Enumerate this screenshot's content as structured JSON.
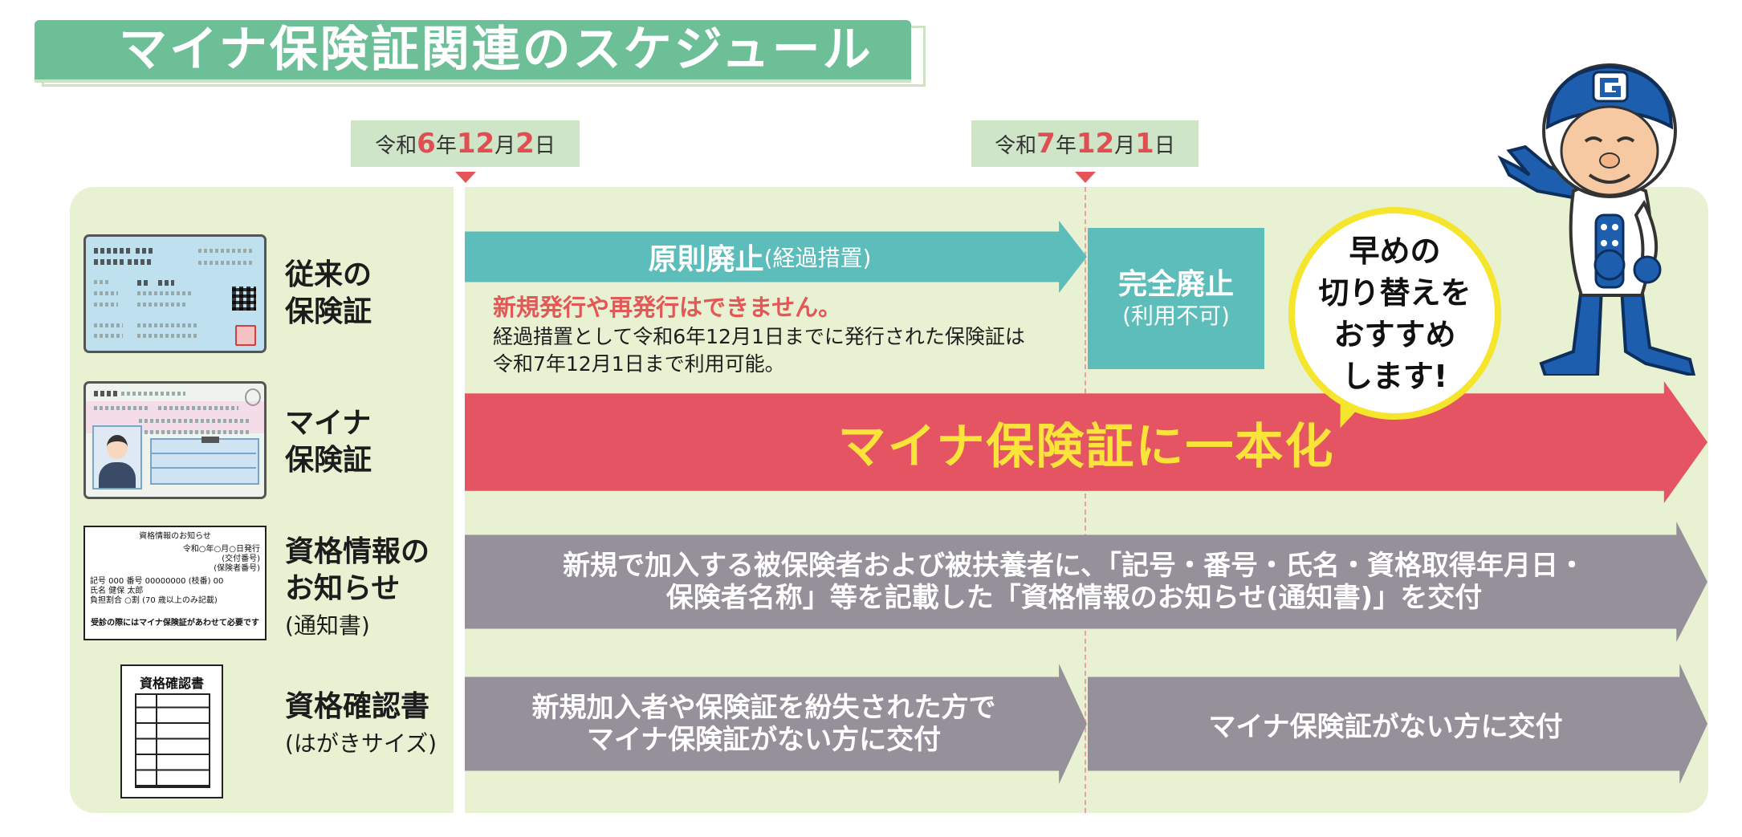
{
  "title": "マイナ保険証関連のスケジュール",
  "dates": [
    {
      "pre": "令和",
      "year": "6",
      "y_unit": "年",
      "month": "12",
      "m_unit": "月",
      "day": "2",
      "d_unit": "日"
    },
    {
      "pre": "令和",
      "year": "7",
      "y_unit": "年",
      "month": "12",
      "m_unit": "月",
      "day": "1",
      "d_unit": "日"
    }
  ],
  "rows": {
    "old_card": {
      "label_line1": "従来の",
      "label_line2": "保険証"
    },
    "myna_card": {
      "label_line1": "マイナ",
      "label_line2": "保険証"
    },
    "info_notice": {
      "label_line1": "資格情報の",
      "label_line2": "お知らせ",
      "label_line3": "(通知書)"
    },
    "certificate": {
      "label_line1": "資格確認書",
      "label_line2": "(はがきサイズ)"
    }
  },
  "transition": {
    "arrow_main": "原則廃止",
    "arrow_sub": "(経過措置)",
    "box_main": "完全廃止",
    "box_sub": "(利用不可)",
    "warning": "新規発行や再発行はできません。",
    "note_line1": "経過措置として令和6年12月1日までに発行された保険証は",
    "note_line2": "令和7年12月1日まで利用可能。"
  },
  "myna_arrow": "マイナ保険証に一本化",
  "info_arrow": {
    "line1": "新規で加入する被保険者および被扶養者に、「記号・番号・氏名・資格取得年月日・",
    "line2": "保険者名称」等を記載した「資格情報のお知らせ(通知書)」を交付"
  },
  "cert_arrow1": {
    "line1": "新規加入者や保険証を紛失された方で",
    "line2": "マイナ保険証がない方に交付"
  },
  "cert_arrow2": "マイナ保険証がない方に交付",
  "bubble": {
    "line1": "早めの",
    "line2": "切り替えを",
    "line3": "おすすめ",
    "line4": "します!"
  },
  "info_card": {
    "title": "資格情報のお知らせ",
    "line1": "令和○年○月○日発行",
    "line2": "(交付番号)",
    "line3": "(保険者番号)",
    "line4": "記号 000 番号 00000000 (枝番) 00",
    "line5": "氏名 健保 太郎",
    "line6": "負担割合 ○割 (70 歳以上のみ記載)",
    "line7": "受診の際にはマイナ保険証があわせて必要です"
  },
  "cert_card": {
    "title": "資格確認書"
  },
  "colors": {
    "banner": "#6dbf98",
    "panel": "#e8f1d2",
    "teal": "#5dbdbb",
    "red": "#e45462",
    "yellow_text": "#fbe43a",
    "gray": "#95909a",
    "date_accent": "#e14e52",
    "bubble_border": "#f5e52d"
  },
  "icons": {
    "old_card": "health-insurance-card-illustration",
    "myna_card": "my-number-card-illustration",
    "info_card": "notice-document-illustration",
    "cert_card": "certificate-postcard-illustration",
    "mascot": "mascot-character-pointing"
  }
}
